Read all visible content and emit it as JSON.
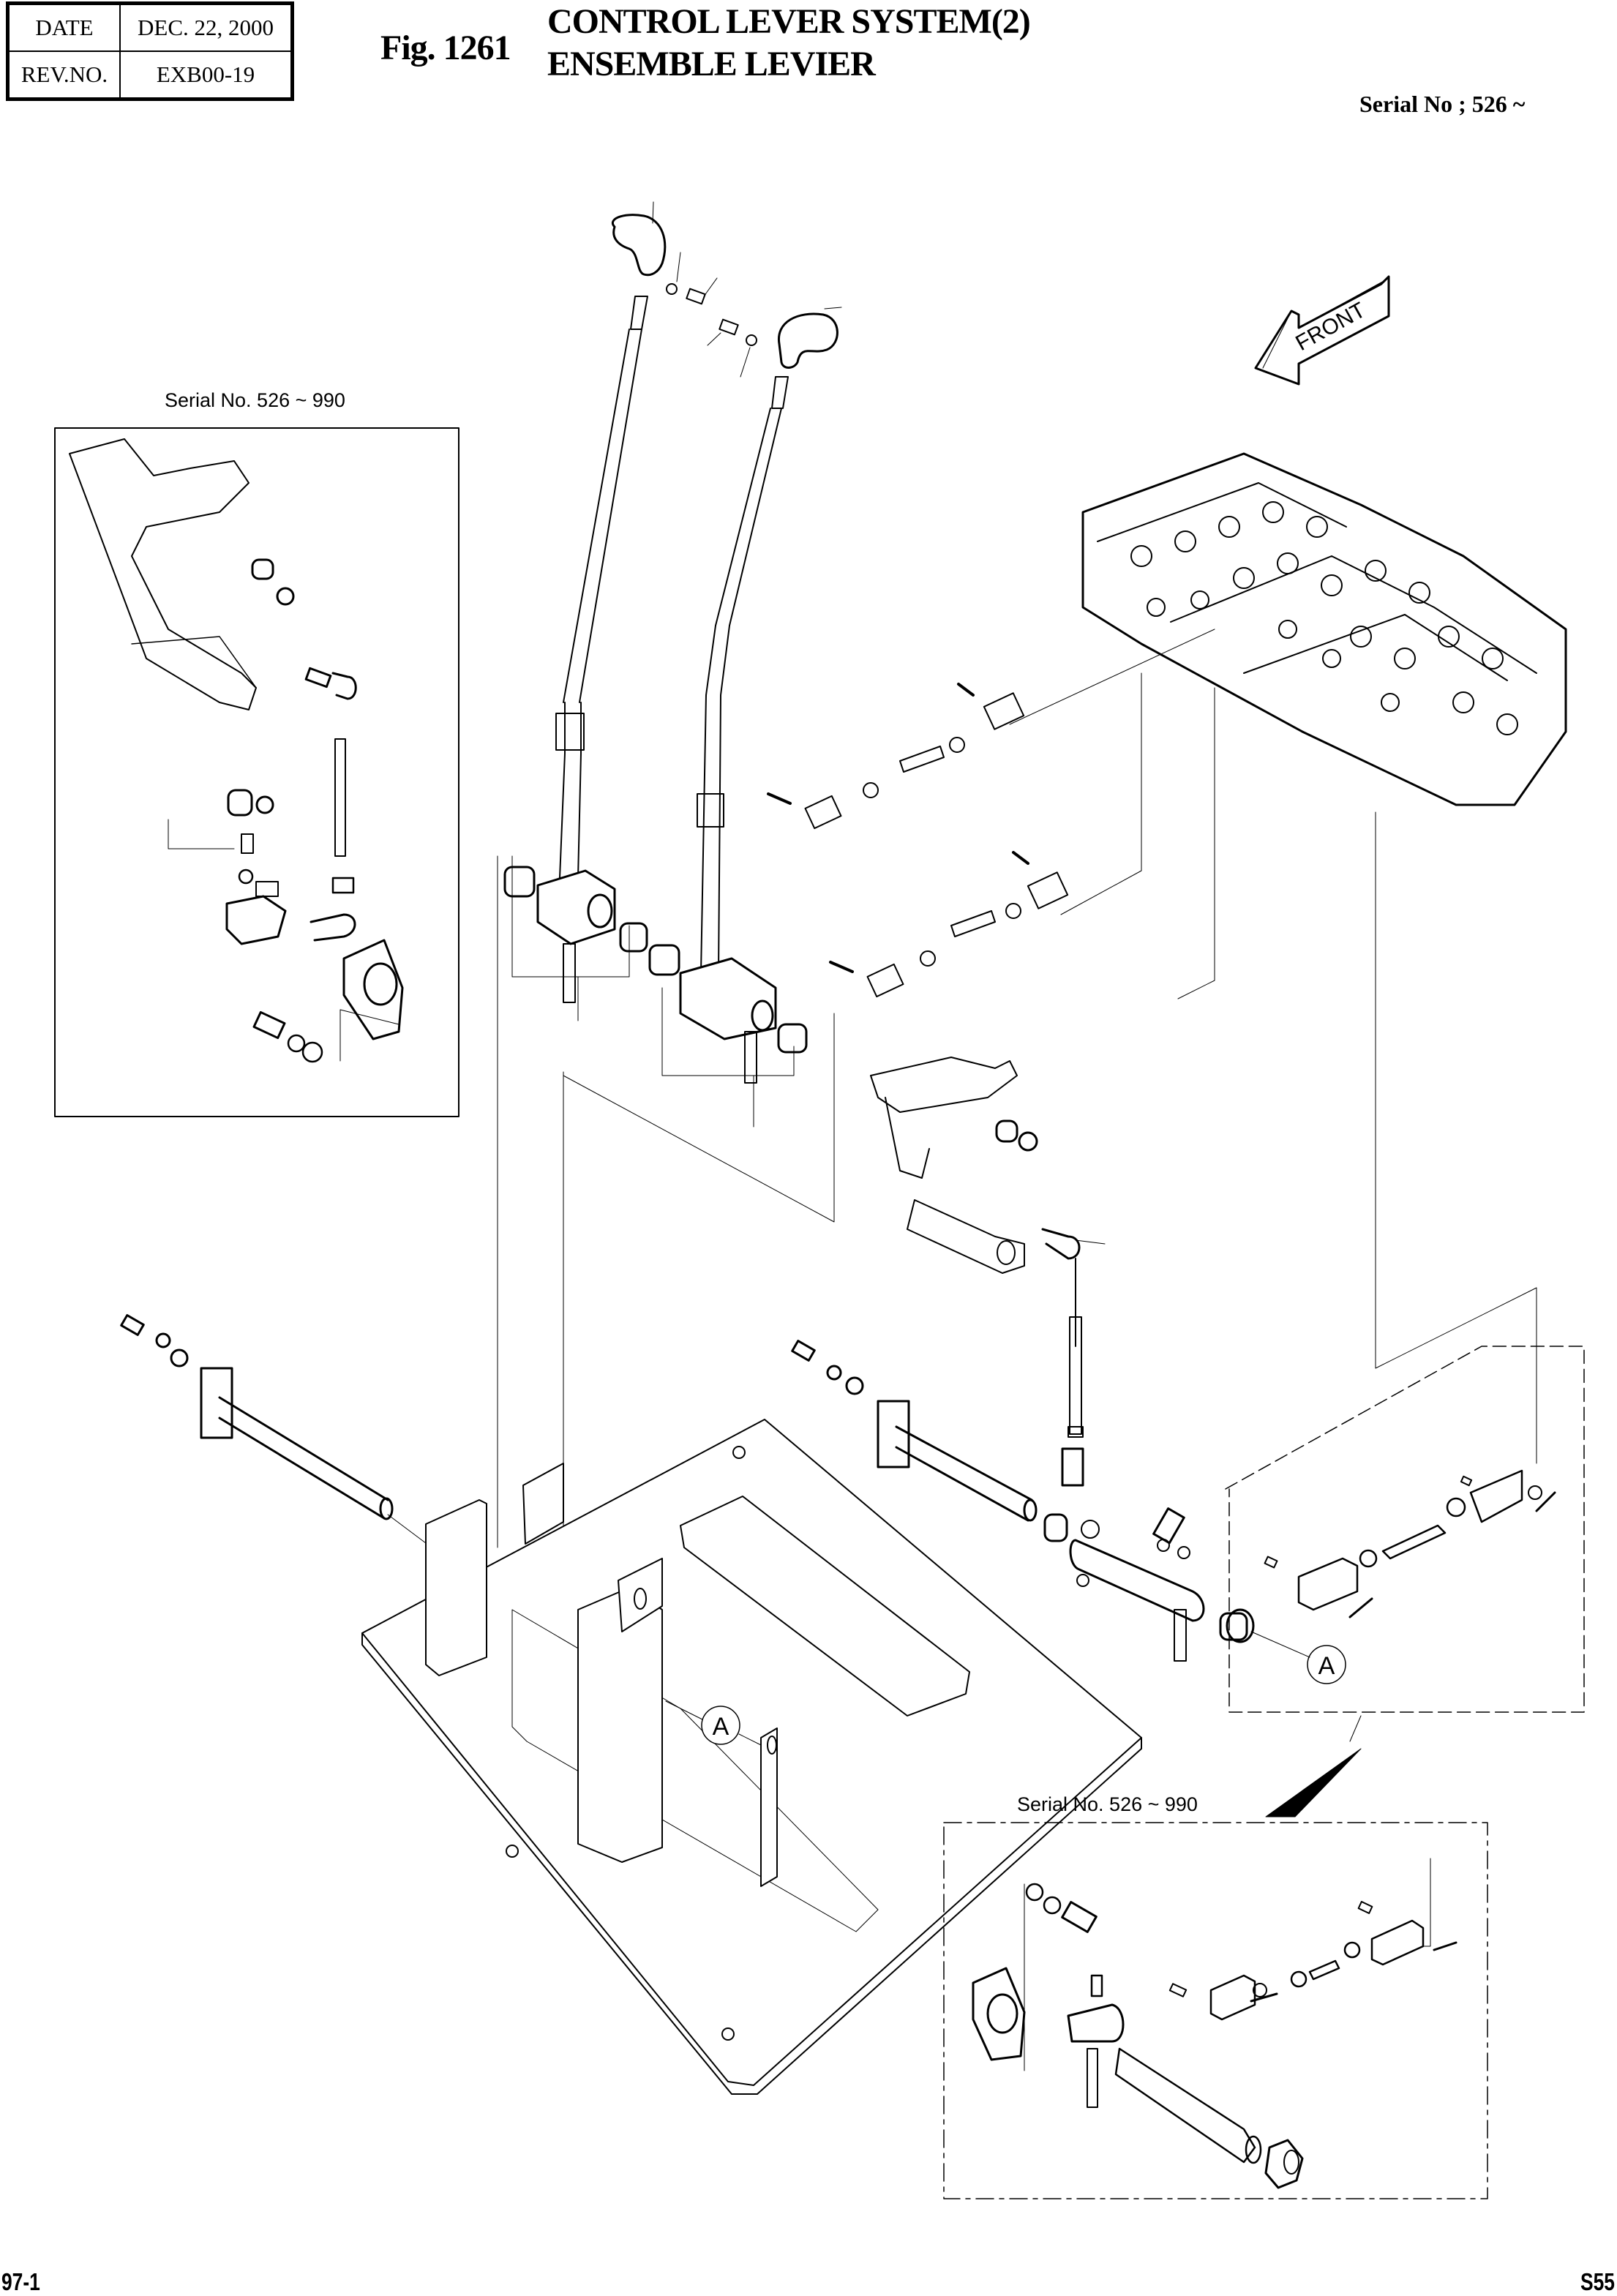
{
  "header": {
    "date_label": "DATE",
    "date_value": "DEC. 22, 2000",
    "rev_label": "REV.NO.",
    "rev_value": "EXB00-19",
    "figure_number": "Fig. 1261",
    "title_en": "CONTROL LEVER SYSTEM(2)",
    "title_fr": "ENSEMBLE LEVIER",
    "serial_range": "Serial No ; 526 ~"
  },
  "diagram": {
    "direction_arrow_label": "FRONT",
    "callouts": [
      "A",
      "A"
    ],
    "insets": [
      {
        "id": "left-inset",
        "label": "Serial No. 526 ~ 990"
      },
      {
        "id": "bottom-inset",
        "label": "Serial No. 526 ~ 990"
      }
    ]
  },
  "footer": {
    "page_number": "97-1",
    "model_code": "S55"
  }
}
